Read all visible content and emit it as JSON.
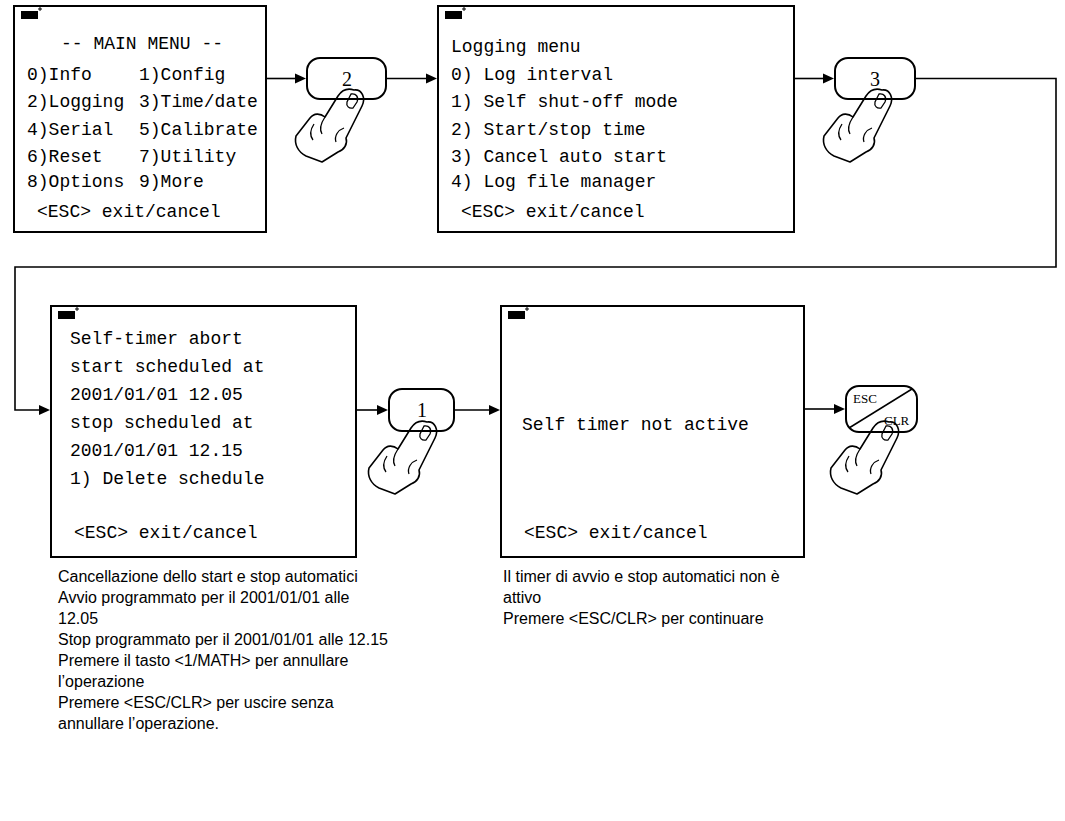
{
  "diagram": {
    "nodes": [
      {
        "text": [
          "-- MAIN MENU --",
          "0)Info",
          "1)Config",
          "2)Logging",
          "3)Time/date",
          "4)Serial",
          "5)Calibrate",
          "6)Reset",
          "7)Utility",
          "8)Options",
          "9)More",
          "<ESC> exit/cancel"
        ]
      },
      {
        "text": [
          "2"
        ]
      },
      {
        "text": [
          "Logging menu",
          "0) Log interval",
          "1) Self shut-off mode",
          "2) Start/stop time",
          "3) Cancel auto start",
          "4) Log file manager",
          "<ESC> exit/cancel"
        ]
      },
      {
        "text": [
          "3"
        ]
      },
      {
        "text": [
          "Self-timer abort",
          "start scheduled at",
          "2001/01/01 12.05",
          "stop scheduled at",
          "2001/01/01 12.15",
          "1) Delete schedule",
          "<ESC> exit/cancel"
        ]
      },
      {
        "text": [
          "1"
        ]
      },
      {
        "text": [
          "Self timer not active",
          "<ESC> exit/cancel"
        ]
      },
      {
        "text": [
          "ESC",
          "CLR"
        ]
      }
    ],
    "edges": [
      {
        "from": 0,
        "to": 1,
        "arrow": "to"
      },
      {
        "from": 1,
        "to": 2,
        "arrow": "to"
      },
      {
        "from": 2,
        "to": 3,
        "arrow": "to"
      },
      {
        "from": 3,
        "to": 4,
        "arrow": "to"
      },
      {
        "from": 4,
        "to": 5,
        "arrow": "to"
      },
      {
        "from": 5,
        "to": 6,
        "arrow": "to"
      },
      {
        "from": 6,
        "to": 7,
        "arrow": "to"
      }
    ],
    "labels": [
      "Cancellazione dello start e stop automatici",
      "Avvio programmato per il 2001/01/01 alle 12.05",
      "Stop programmato per il 2001/01/01 alle 12.15",
      "Premere il tasto <1/MATH> per annullare l’operazione",
      "Premere <ESC/CLR> per uscire senza annullare l’operazione.",
      "Il timer di avvio e stop automatici non è attivo",
      "Premere <ESC/CLR> per continuare"
    ]
  }
}
